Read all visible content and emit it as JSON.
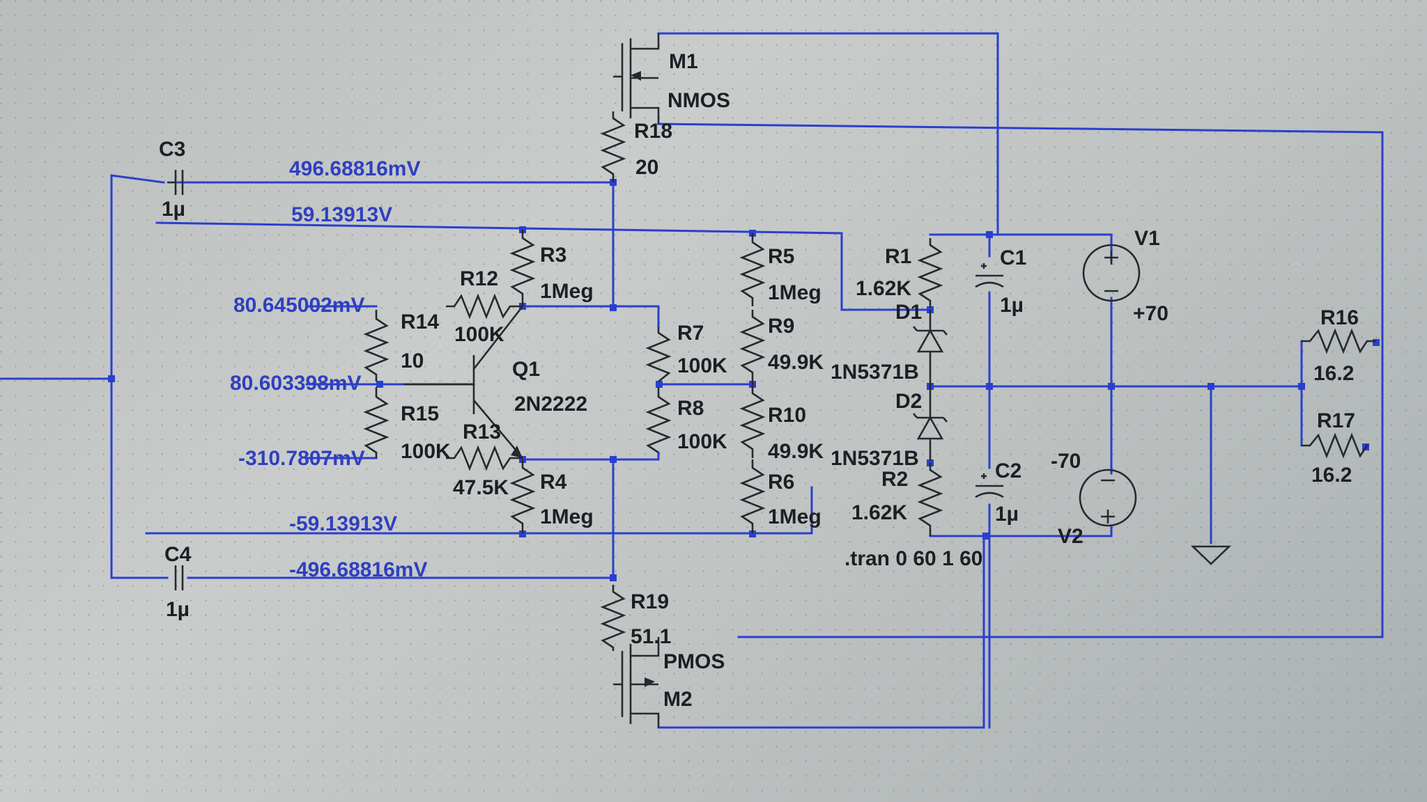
{
  "grid": {
    "dot_color": "#7e8489"
  },
  "colors": {
    "wire": "#2a3fcf",
    "component": "#252a30",
    "net_label": "#2f3fbf",
    "text": "#1c1f24"
  },
  "components": {
    "M1": {
      "name": "M1",
      "value": "NMOS"
    },
    "M2": {
      "name": "M2",
      "value": "PMOS"
    },
    "R18": {
      "name": "R18",
      "value": "20"
    },
    "R19": {
      "name": "R19",
      "value": "51.1"
    },
    "C3": {
      "name": "C3",
      "value": "1µ"
    },
    "C4": {
      "name": "C4",
      "value": "1µ"
    },
    "R3": {
      "name": "R3",
      "value": "1Meg"
    },
    "R4": {
      "name": "R4",
      "value": "1Meg"
    },
    "R5": {
      "name": "R5",
      "value": "1Meg"
    },
    "R6": {
      "name": "R6",
      "value": "1Meg"
    },
    "R7": {
      "name": "R7",
      "value": "100K"
    },
    "R8": {
      "name": "R8",
      "value": "100K"
    },
    "R9": {
      "name": "R9",
      "value": "49.9K"
    },
    "R10": {
      "name": "R10",
      "value": "49.9K"
    },
    "R12": {
      "name": "R12",
      "value": "100K"
    },
    "R13": {
      "name": "R13",
      "value": "47.5K"
    },
    "R14": {
      "name": "R14",
      "value": "10"
    },
    "R15": {
      "name": "R15",
      "value": "100K"
    },
    "Q1": {
      "name": "Q1",
      "value": "2N2222"
    },
    "R1": {
      "name": "R1",
      "value": "1.62K"
    },
    "R2": {
      "name": "R2",
      "value": "1.62K"
    },
    "D1": {
      "name": "D1",
      "value": "1N5371B"
    },
    "D2": {
      "name": "D2",
      "value": "1N5371B"
    },
    "C1": {
      "name": "C1",
      "value": "1µ"
    },
    "C2": {
      "name": "C2",
      "value": "1µ"
    },
    "V1": {
      "name": "V1",
      "value": "+70"
    },
    "V2": {
      "name": "V2",
      "value": "-70"
    },
    "R16": {
      "name": "R16",
      "value": "16.2"
    },
    "R17": {
      "name": "R17",
      "value": "16.2"
    }
  },
  "net_labels": {
    "c3_node": "496.68816mV",
    "pos_rail": "59.13913V",
    "q1_collector": "80.645002mV",
    "q1_base": "80.603398mV",
    "q1_emitter": "-310.7807mV",
    "neg_rail": "-59.13913V",
    "c4_node": "-496.68816mV"
  },
  "directive": ".tran 0 60 1 60"
}
